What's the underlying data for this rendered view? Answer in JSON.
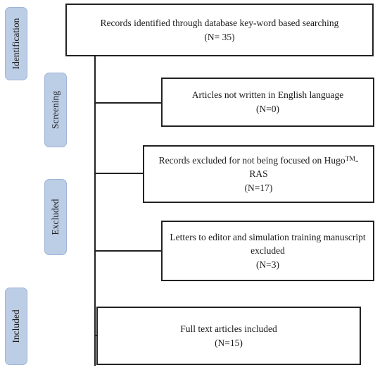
{
  "stages": {
    "identification": "Identification",
    "screening": "Screening",
    "excluded": "Excluded",
    "included": "Included"
  },
  "boxes": {
    "identified": {
      "text": "Records identified through database key-word based searching",
      "count": "(N= 35)"
    },
    "not_english": {
      "text": "Articles not written in English language",
      "count": "(N=0)"
    },
    "not_hugo": {
      "text_before": "Records  excluded for not being focused on Hugo",
      "superscript": "TM",
      "text_after": "-RAS",
      "count": "(N=17)"
    },
    "letters": {
      "text": "Letters to editor and simulation training manuscript excluded",
      "count": "(N=3)"
    },
    "included": {
      "text": "Full text articles included",
      "count": "(N=15)"
    }
  }
}
